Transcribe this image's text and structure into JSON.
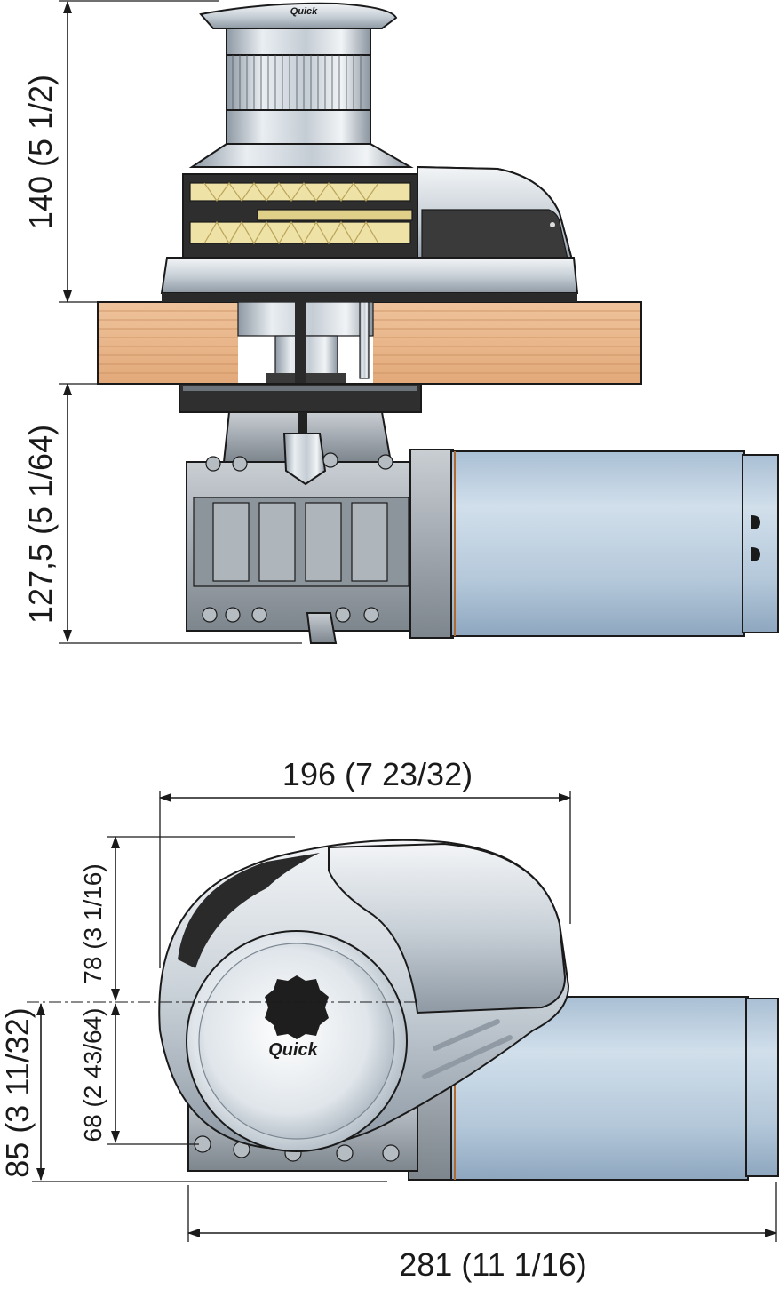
{
  "dimensions": {
    "top_height": "140 (5 1/2)",
    "bottom_height": "127,5 (5 1/64)",
    "width": "196 (7 23/32)",
    "upper_offset": "78 (3 1/16)",
    "lower_offset": "68 (2 43/64)",
    "base_height": "85 (3 11/32)",
    "total_length": "281 (11 1/16)"
  },
  "brand": {
    "logo_text": "Quick"
  },
  "colors": {
    "wood": "#e9b488",
    "motor": "#b9cde0",
    "chrome": "#d7dee5",
    "gypsy": "#efe2a6",
    "dark": "#2a2a2a"
  }
}
